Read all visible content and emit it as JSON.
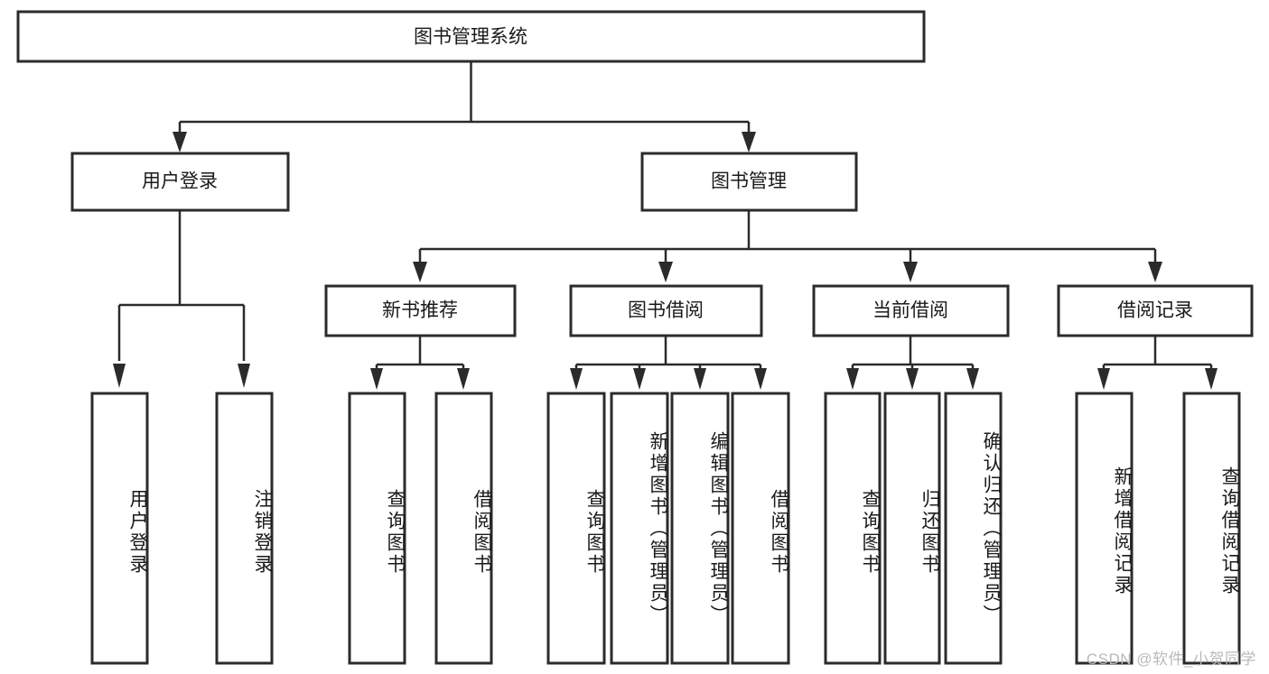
{
  "diagram": {
    "type": "tree",
    "title": "图书管理系统",
    "watermark": "CSDN @软件_小贺同学",
    "colors": {
      "box_stroke": "#2b2b2b",
      "box_fill": "#ffffff",
      "connector": "#2b2b2b",
      "text": "#1a1a1a",
      "watermark": "#b9b9b9",
      "background": "#ffffff"
    },
    "root": {
      "label": "图书管理系统"
    },
    "level2": [
      {
        "label": "用户登录"
      },
      {
        "label": "图书管理"
      }
    ],
    "level3": [
      {
        "label": "新书推荐"
      },
      {
        "label": "图书借阅"
      },
      {
        "label": "当前借阅"
      },
      {
        "label": "借阅记录"
      }
    ],
    "leaves": {
      "user_login": [
        {
          "label": "用户登录"
        },
        {
          "label": "注销登录"
        }
      ],
      "new_book_recommend": [
        {
          "label": "查询图书"
        },
        {
          "label": "借阅图书"
        }
      ],
      "book_borrow": [
        {
          "label": "查询图书"
        },
        {
          "label": "新增图书（管理员）"
        },
        {
          "label": "编辑图书（管理员）"
        },
        {
          "label": "借阅图书"
        }
      ],
      "current_borrow": [
        {
          "label": "查询图书"
        },
        {
          "label": "归还图书"
        },
        {
          "label": "确认归还（管理员）"
        }
      ],
      "borrow_record": [
        {
          "label": "新增借阅记录"
        },
        {
          "label": "查询借阅记录"
        }
      ]
    }
  }
}
